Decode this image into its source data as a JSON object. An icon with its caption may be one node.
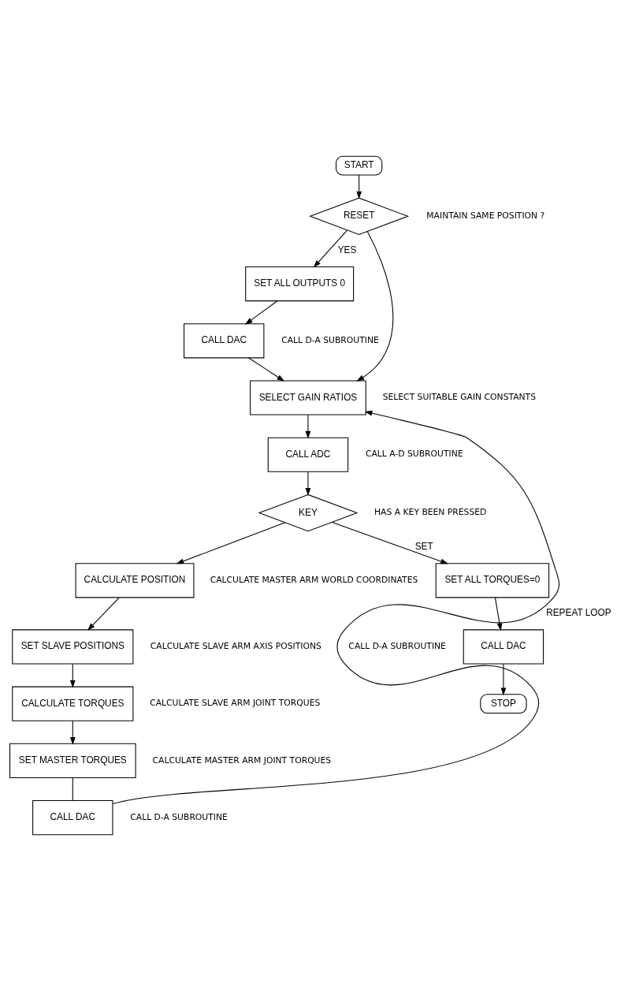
{
  "diagram": {
    "nodes": [
      {
        "text": [
          "START"
        ]
      },
      {
        "text": [
          "RESET"
        ],
        "beside": [
          "MAINTAIN SAME POSITION ?"
        ]
      },
      {
        "text": [
          "SET ALL OUTPUTS 0"
        ]
      },
      {
        "text": [
          "CALL DAC"
        ],
        "beside": [
          "CALL D-A SUBROUTINE"
        ]
      },
      {
        "text": [
          "SELECT GAIN RATIOS"
        ],
        "beside": [
          "SELECT SUITABLE GAIN CONSTANTS"
        ]
      },
      {
        "text": [
          "CALL ADC"
        ],
        "beside": [
          "CALL A-D SUBROUTINE"
        ]
      },
      {
        "text": [
          "KEY"
        ],
        "beside": [
          "HAS A KEY BEEN PRESSED"
        ]
      },
      {
        "text": [
          "SET ALL TORQUES=0"
        ]
      },
      {
        "text": [
          "CALL DAC"
        ],
        "beside": [
          "CALL D-A SUBROUTINE"
        ]
      },
      {
        "text": [
          "STOP"
        ]
      },
      {
        "text": [
          "CALCULATE POSITION"
        ],
        "beside": [
          "CALCULATE MASTER ARM WORLD COORDINATES"
        ]
      },
      {
        "text": [
          "SET SLAVE POSITIONS"
        ],
        "beside": [
          "CALCULATE SLAVE ARM AXIS POSITIONS"
        ]
      },
      {
        "text": [
          "CALCULATE TORQUES"
        ],
        "beside": [
          "CALCULATE SLAVE ARM JOINT TORQUES"
        ]
      },
      {
        "text": [
          "SET MASTER TORQUES"
        ],
        "beside": [
          "CALCULATE MASTER ARM JOINT TORQUES"
        ]
      },
      {
        "text": [
          "CALL DAC"
        ],
        "beside": [
          "CALL D-A SUBROUTINE"
        ]
      }
    ],
    "edges": [
      {
        "from": 0,
        "to": 1,
        "arrow": "to"
      },
      {
        "from": 1,
        "to": 2,
        "arrow": "to",
        "label": "YES"
      },
      {
        "from": 2,
        "to": 3,
        "arrow": "to"
      },
      {
        "from": 3,
        "to": 4,
        "arrow": "to"
      },
      {
        "from": 1,
        "to": 4,
        "arrow": "to"
      },
      {
        "from": 14,
        "to": 4,
        "arrow": "to",
        "label": "REPEAT LOOP"
      },
      {
        "from": 4,
        "to": 5,
        "arrow": "to"
      },
      {
        "from": 5,
        "to": 6,
        "arrow": "to"
      },
      {
        "from": 6,
        "to": 7,
        "arrow": "to",
        "label": "SET"
      },
      {
        "from": 7,
        "to": 8,
        "arrow": "to"
      },
      {
        "from": 8,
        "to": 9,
        "arrow": "to"
      },
      {
        "from": 6,
        "to": 10,
        "arrow": "to"
      },
      {
        "from": 10,
        "to": 11,
        "arrow": "to"
      },
      {
        "from": 11,
        "to": 12,
        "arrow": "to"
      },
      {
        "from": 12,
        "to": 13,
        "arrow": "to"
      },
      {
        "from": 13,
        "to": 14,
        "arrow": "none"
      }
    ]
  }
}
